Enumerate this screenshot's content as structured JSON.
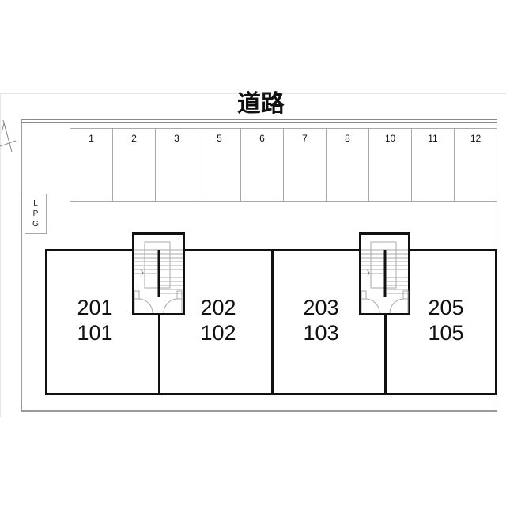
{
  "road": {
    "label": "道路"
  },
  "parking": {
    "slots": [
      "1",
      "2",
      "3",
      "5",
      "6",
      "7",
      "8",
      "10",
      "11",
      "12"
    ]
  },
  "lpg": {
    "letters": [
      "L",
      "P",
      "G"
    ]
  },
  "units": [
    {
      "upper": "201",
      "lower": "101"
    },
    {
      "upper": "202",
      "lower": "102"
    },
    {
      "upper": "203",
      "lower": "103"
    },
    {
      "upper": "205",
      "lower": "105"
    }
  ],
  "colors": {
    "wall": "#111111",
    "line": "#a8a8a8",
    "background": "#ffffff"
  }
}
